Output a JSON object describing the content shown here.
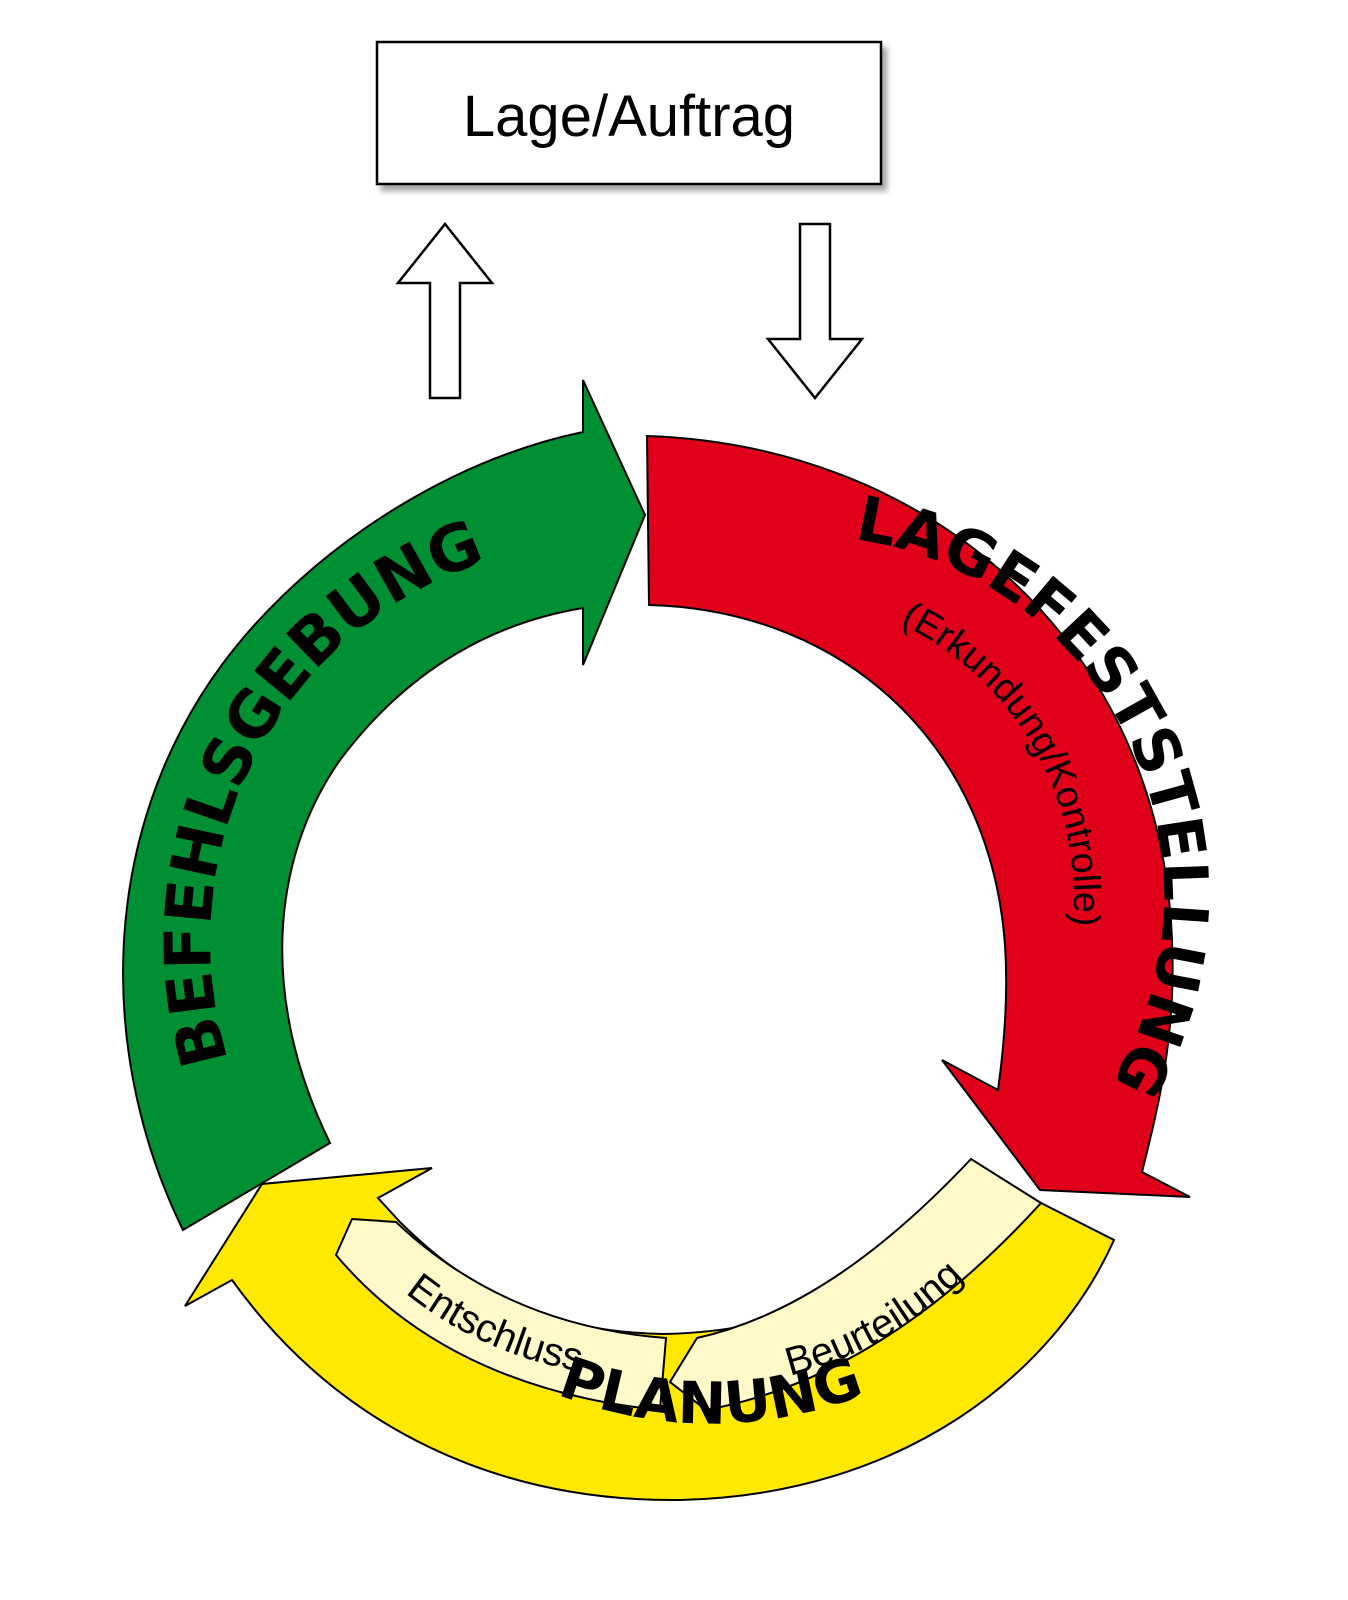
{
  "top_box": {
    "label": "Lage/Auftrag"
  },
  "segments": {
    "lagefeststellung": {
      "label": "LAGEFESTSTELLUNG",
      "sublabel": "(Erkundung/Kontrolle)",
      "color": "#e1001a"
    },
    "planung": {
      "label": "PLANUNG",
      "color": "#ffe900"
    },
    "befehlsgebung": {
      "label": "BEFEHLSGEBUNG",
      "color": "#008f33"
    }
  },
  "planung_steps": {
    "beurteilung": "Beurteilung",
    "entschluss": "Entschluss",
    "color": "#fff8c8"
  }
}
